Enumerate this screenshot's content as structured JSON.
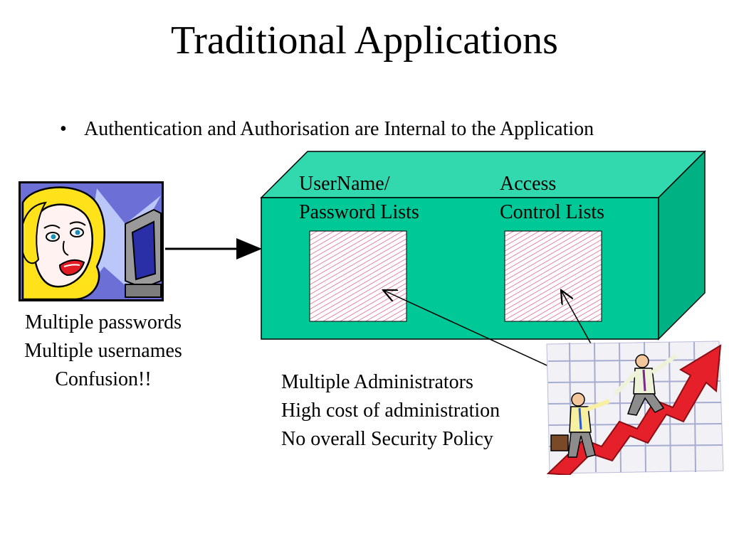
{
  "slide": {
    "title": "Traditional Applications",
    "bullet": "Authentication and Authorisation are Internal to the Application"
  },
  "box": {
    "label_left": [
      "UserName/",
      "Password Lists"
    ],
    "label_right": [
      "Access",
      "Control Lists"
    ],
    "color_front": "#00c896",
    "color_top": "#33d9ae",
    "color_side": "#00b283"
  },
  "user_caption": [
    "Multiple passwords",
    "Multiple usernames",
    "Confusion!!"
  ],
  "admin_caption": [
    "Multiple Administrators",
    "High cost of administration",
    "No overall Security Policy"
  ],
  "icons": {
    "user_clipart": "confused-woman-at-computer-icon",
    "admin_clipart": "people-climbing-rising-arrow-icon"
  }
}
